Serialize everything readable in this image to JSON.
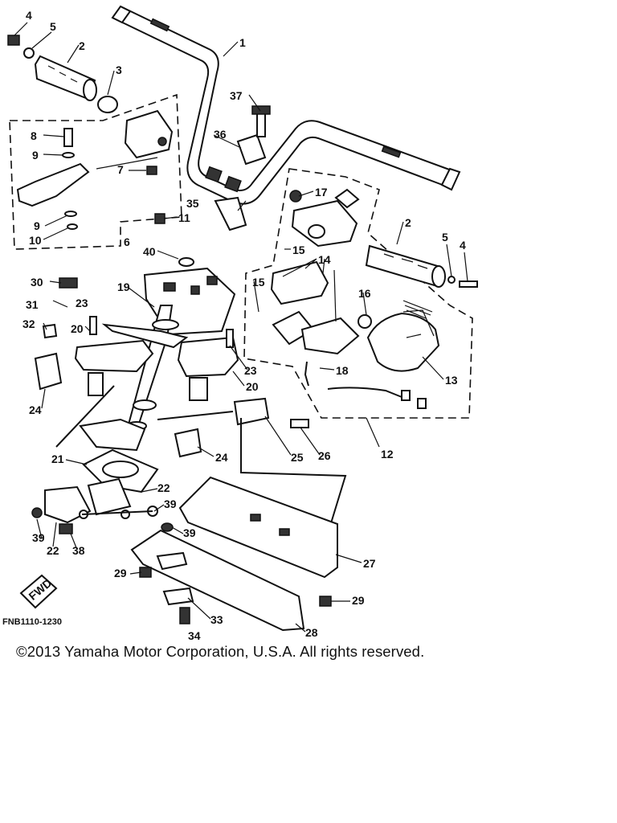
{
  "diagram": {
    "figure_code": "FNB1110-1230",
    "fwd_label": "FWD",
    "callouts": [
      {
        "id": "c1",
        "text": "1"
      },
      {
        "id": "c2a",
        "text": "2"
      },
      {
        "id": "c2b",
        "text": "2"
      },
      {
        "id": "c3",
        "text": "3"
      },
      {
        "id": "c4a",
        "text": "4"
      },
      {
        "id": "c4b",
        "text": "4"
      },
      {
        "id": "c5a",
        "text": "5"
      },
      {
        "id": "c5b",
        "text": "5"
      },
      {
        "id": "c6",
        "text": "6"
      },
      {
        "id": "c7",
        "text": "7"
      },
      {
        "id": "c8",
        "text": "8"
      },
      {
        "id": "c9a",
        "text": "9"
      },
      {
        "id": "c9b",
        "text": "9"
      },
      {
        "id": "c10",
        "text": "10"
      },
      {
        "id": "c11",
        "text": "11"
      },
      {
        "id": "c12",
        "text": "12"
      },
      {
        "id": "c13",
        "text": "13"
      },
      {
        "id": "c14",
        "text": "14"
      },
      {
        "id": "c15a",
        "text": "15"
      },
      {
        "id": "c15b",
        "text": "15"
      },
      {
        "id": "c16",
        "text": "16"
      },
      {
        "id": "c17",
        "text": "17"
      },
      {
        "id": "c18",
        "text": "18"
      },
      {
        "id": "c19",
        "text": "19"
      },
      {
        "id": "c20a",
        "text": "20"
      },
      {
        "id": "c20b",
        "text": "20"
      },
      {
        "id": "c21",
        "text": "21"
      },
      {
        "id": "c22a",
        "text": "22"
      },
      {
        "id": "c22b",
        "text": "22"
      },
      {
        "id": "c23a",
        "text": "23"
      },
      {
        "id": "c23b",
        "text": "23"
      },
      {
        "id": "c24a",
        "text": "24"
      },
      {
        "id": "c24b",
        "text": "24"
      },
      {
        "id": "c25",
        "text": "25"
      },
      {
        "id": "c26",
        "text": "26"
      },
      {
        "id": "c27",
        "text": "27"
      },
      {
        "id": "c28",
        "text": "28"
      },
      {
        "id": "c29a",
        "text": "29"
      },
      {
        "id": "c29b",
        "text": "29"
      },
      {
        "id": "c30",
        "text": "30"
      },
      {
        "id": "c31",
        "text": "31"
      },
      {
        "id": "c32",
        "text": "32"
      },
      {
        "id": "c33",
        "text": "33"
      },
      {
        "id": "c34",
        "text": "34"
      },
      {
        "id": "c35",
        "text": "35"
      },
      {
        "id": "c36",
        "text": "36"
      },
      {
        "id": "c37",
        "text": "37"
      },
      {
        "id": "c38",
        "text": "38"
      },
      {
        "id": "c39a",
        "text": "39"
      },
      {
        "id": "c39b",
        "text": "39"
      },
      {
        "id": "c39c",
        "text": "39"
      },
      {
        "id": "c40",
        "text": "40"
      },
      {
        "id": "c18b",
        "text": "18"
      }
    ]
  },
  "footer": {
    "copyright": "©2013 Yamaha Motor Corporation, U.S.A. All rights reserved."
  }
}
